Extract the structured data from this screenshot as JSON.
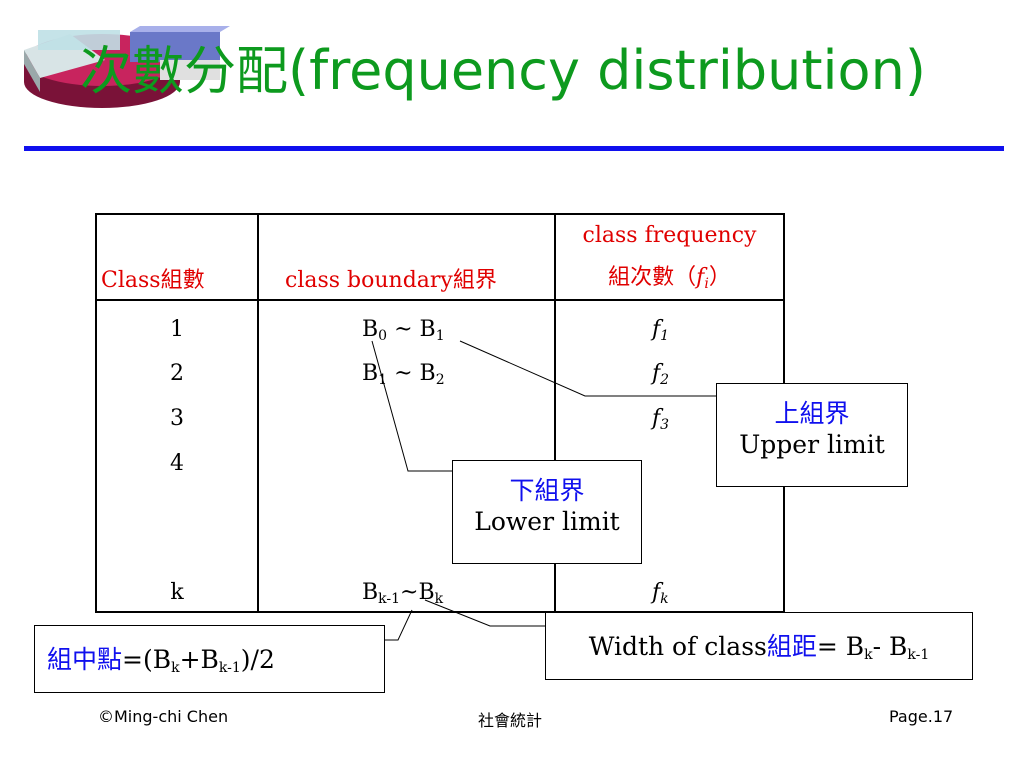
{
  "title": {
    "zh": "次數分配",
    "en": "(frequency distribution)"
  },
  "table": {
    "headers": {
      "class": "Class組數",
      "boundary": "class boundary組界",
      "frequency_line1": "class frequency",
      "frequency_line2_prefix": "組次數（",
      "frequency_symbol": "f",
      "frequency_sub": "i",
      "frequency_line2_suffix": "）"
    },
    "class_numbers": [
      "1",
      "2",
      "3",
      "4",
      "k"
    ],
    "boundaries": [
      {
        "a": "B",
        "a_sub": "0",
        "sep": " ~ ",
        "b": "B",
        "b_sub": "1"
      },
      {
        "a": "B",
        "a_sub": "1",
        "sep": " ~ ",
        "b": "B",
        "b_sub": "2"
      },
      {
        "a": "B",
        "a_sub": "k-1",
        "sep": "~",
        "b": "B",
        "b_sub": "k"
      }
    ],
    "frequencies": [
      {
        "sym": "f",
        "sub": "1"
      },
      {
        "sym": "f",
        "sub": "2"
      },
      {
        "sym": "f",
        "sub": "3"
      },
      {
        "sym": "f",
        "sub": "k"
      }
    ]
  },
  "callouts": {
    "upper": {
      "zh": "上組界",
      "en": "Upper limit"
    },
    "lower": {
      "zh": "下組界",
      "en": "Lower limit"
    },
    "midpoint": {
      "zh": "組中點",
      "eq": "=(B",
      "s1": "k",
      "plus": "+B",
      "s2": "k-1",
      "end": ")/2"
    },
    "width": {
      "en": "Width of class",
      "zh": "組距",
      "eq": "= B",
      "s1": "k",
      "minus": "- B",
      "s2": "k-1"
    }
  },
  "footer": {
    "author": "©Ming-chi Chen",
    "course": "社會統計",
    "page": "Page.17"
  },
  "colors": {
    "title": "#0d9a1e",
    "rule": "#1010ee",
    "header_text": "#e00000",
    "callout_zh": "#1010ee"
  },
  "icons": {
    "logo": "pie-chart-3d-logo"
  }
}
